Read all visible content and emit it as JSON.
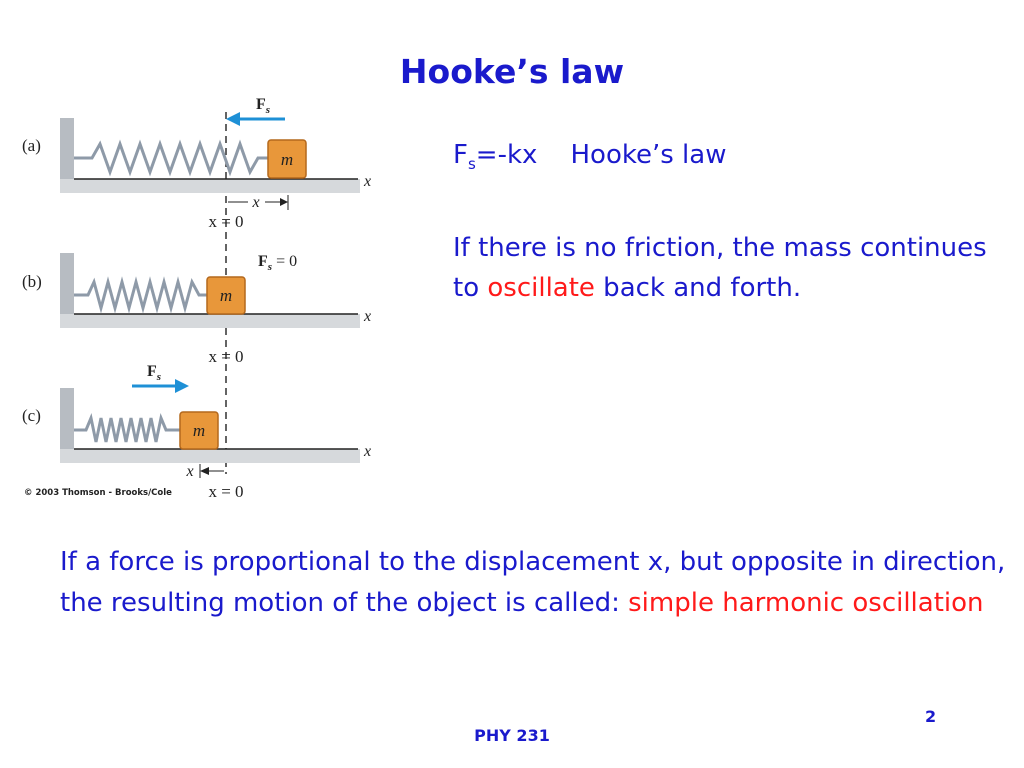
{
  "slide": {
    "title": "Hooke’s law",
    "page_number": "2",
    "footer": "PHY 231"
  },
  "figure": {
    "panels": [
      {
        "label": "(a)",
        "force_label": "F",
        "force_sub": "s",
        "force_value": "",
        "origin": "x = 0",
        "displacement": "x"
      },
      {
        "label": "(b)",
        "force_label": "F",
        "force_sub": "s",
        "force_value": " = 0",
        "origin": "x = 0",
        "displacement": ""
      },
      {
        "label": "(c)",
        "force_label": "F",
        "force_sub": "s",
        "force_value": "",
        "origin": "x = 0",
        "displacement": "x"
      }
    ],
    "mass_label": "m",
    "axis_label": "x",
    "copyright": "© 2003 Thomson - Brooks/Cole",
    "colors": {
      "mass": "#e8973a",
      "arrow": "#1e90d6",
      "spring": "#8e9aa8",
      "wall": "#9aa0a6"
    }
  },
  "right": {
    "formula_prefix": "F",
    "formula_sub": "s",
    "formula_rest": "=-kx",
    "formula_name": "Hooke’s law",
    "para_start": "If there is no friction, the mass continues to ",
    "para_highlight": "oscillate",
    "para_end": " back and forth."
  },
  "bottom": {
    "text": "If a force is proportional to the displacement x, but opposite in direction, the resulting motion of the object is called: ",
    "highlight": "simple harmonic oscillation"
  }
}
